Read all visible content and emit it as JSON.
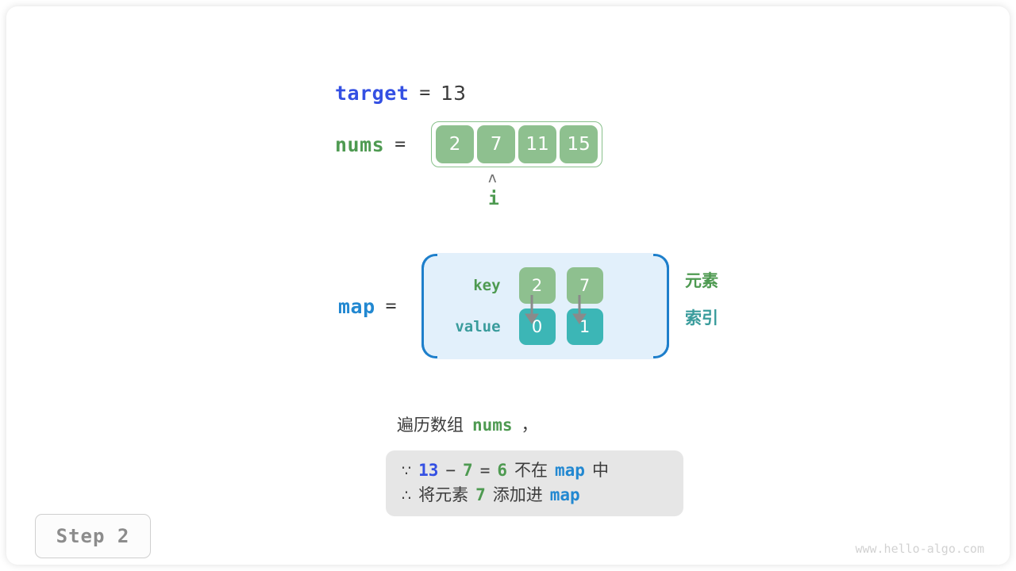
{
  "step": {
    "label": "Step 2"
  },
  "watermark": {
    "text": "www.hello-algo.com"
  },
  "target": {
    "name": "target",
    "equals": "=",
    "value": "13",
    "color": "#3450e3"
  },
  "nums": {
    "name": "nums",
    "equals": "=",
    "values": [
      "2",
      "7",
      "11",
      "15"
    ],
    "color": "#4e9a51",
    "cell_color": "#8ec08f",
    "border_color": "#88c08b"
  },
  "pointer": {
    "caret": "ʌ",
    "name": "i",
    "index": 1,
    "caret_color": "#6e6e6e",
    "name_color": "#4e9a51"
  },
  "map": {
    "name": "map",
    "equals": "=",
    "color": "#2288d1",
    "box_background": "#e2f0fb",
    "bracket_color": "#1e7fcb",
    "row_labels": {
      "key": "key",
      "value": "value"
    },
    "key_color": "#4e9a51",
    "value_color": "#3a9c9c",
    "key_cell_color": "#8ec08f",
    "value_cell_color": "#3cb6b6",
    "arrow_color": "#8a8a8a",
    "entries": [
      {
        "key": "2",
        "value": "0"
      },
      {
        "key": "7",
        "value": "1"
      }
    ]
  },
  "legend": {
    "element": "元素",
    "index": "索引",
    "element_color": "#4e9a51",
    "index_color": "#3a9c9c"
  },
  "caption": {
    "text_before": "遍历数组",
    "keyword": "nums",
    "text_after": "，"
  },
  "note": {
    "background": "#e6e6e6",
    "line1": {
      "symbol": "∵",
      "a": "13",
      "op1": "−",
      "b": "7",
      "op2": "=",
      "c": "6",
      "text1": "不在",
      "map": "map",
      "text2": "中"
    },
    "line2": {
      "symbol": "∴",
      "text1": "将元素",
      "num": "7",
      "text2": "添加进",
      "map": "map"
    }
  }
}
